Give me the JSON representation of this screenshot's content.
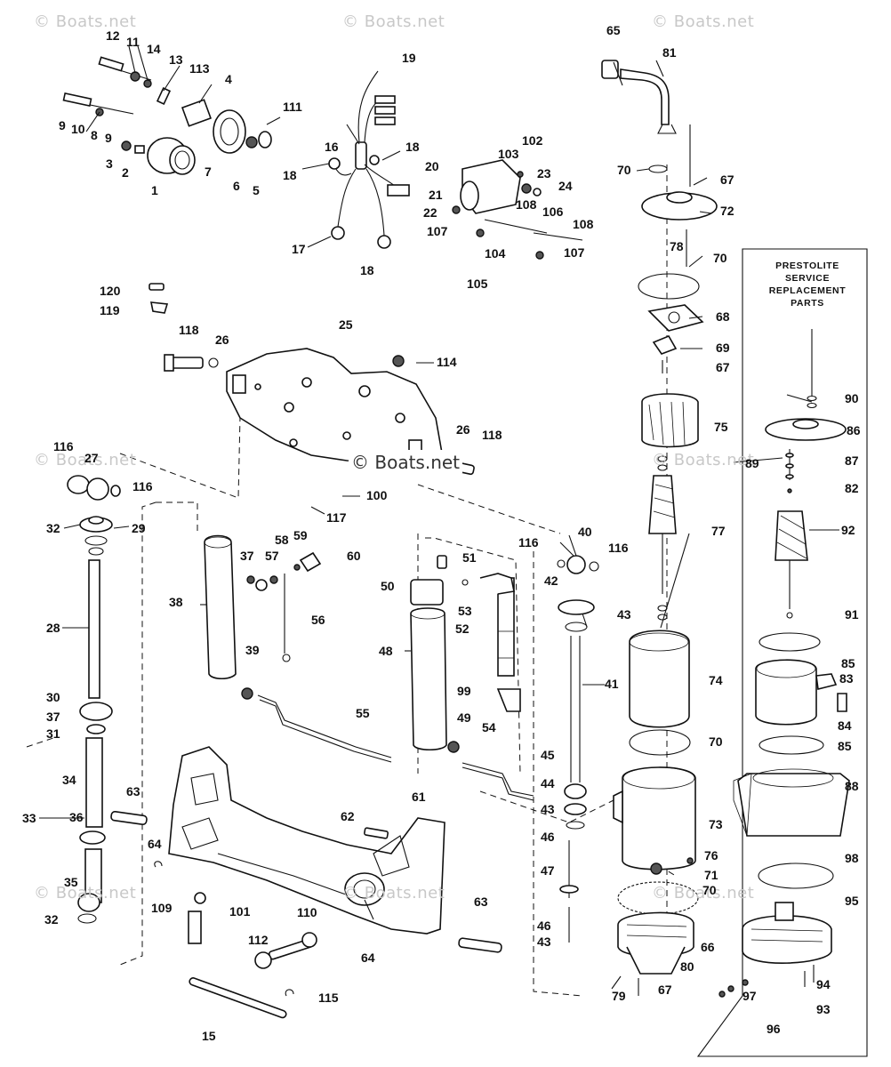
{
  "watermark": {
    "text": "© Boats.net"
  },
  "panel": {
    "lines": [
      "PRESTOLITE",
      "SERVICE",
      "REPLACEMENT",
      "PARTS"
    ]
  },
  "callouts": [
    "12",
    "11",
    "14",
    "13",
    "113",
    "4",
    "9",
    "10",
    "8",
    "9",
    "3",
    "2",
    "1",
    "7",
    "6",
    "5",
    "111",
    "19",
    "16",
    "18",
    "18",
    "17",
    "18",
    "20",
    "103",
    "102",
    "23",
    "24",
    "21",
    "22",
    "108",
    "106",
    "108",
    "107",
    "104",
    "107",
    "105",
    "65",
    "81",
    "70",
    "67",
    "72",
    "78",
    "70",
    "68",
    "69",
    "67",
    "75",
    "77",
    "74",
    "70",
    "73",
    "76",
    "71",
    "70",
    "66",
    "80",
    "79",
    "67",
    "120",
    "119",
    "118",
    "26",
    "25",
    "114",
    "26",
    "118",
    "116",
    "27",
    "116",
    "100",
    "117",
    "32",
    "29",
    "28",
    "30",
    "37",
    "31",
    "34",
    "33",
    "36",
    "35",
    "32",
    "38",
    "37",
    "57",
    "58",
    "59",
    "60",
    "56",
    "39",
    "55",
    "50",
    "51",
    "53",
    "52",
    "48",
    "99",
    "49",
    "54",
    "116",
    "40",
    "116",
    "42",
    "43",
    "41",
    "45",
    "44",
    "43",
    "46",
    "47",
    "46",
    "43",
    "63",
    "64",
    "62",
    "61",
    "109",
    "101",
    "110",
    "112",
    "64",
    "63",
    "15",
    "115",
    "90",
    "86",
    "89",
    "87",
    "82",
    "92",
    "91",
    "85",
    "83",
    "84",
    "85",
    "88",
    "98",
    "95",
    "94",
    "93",
    "97",
    "96"
  ]
}
